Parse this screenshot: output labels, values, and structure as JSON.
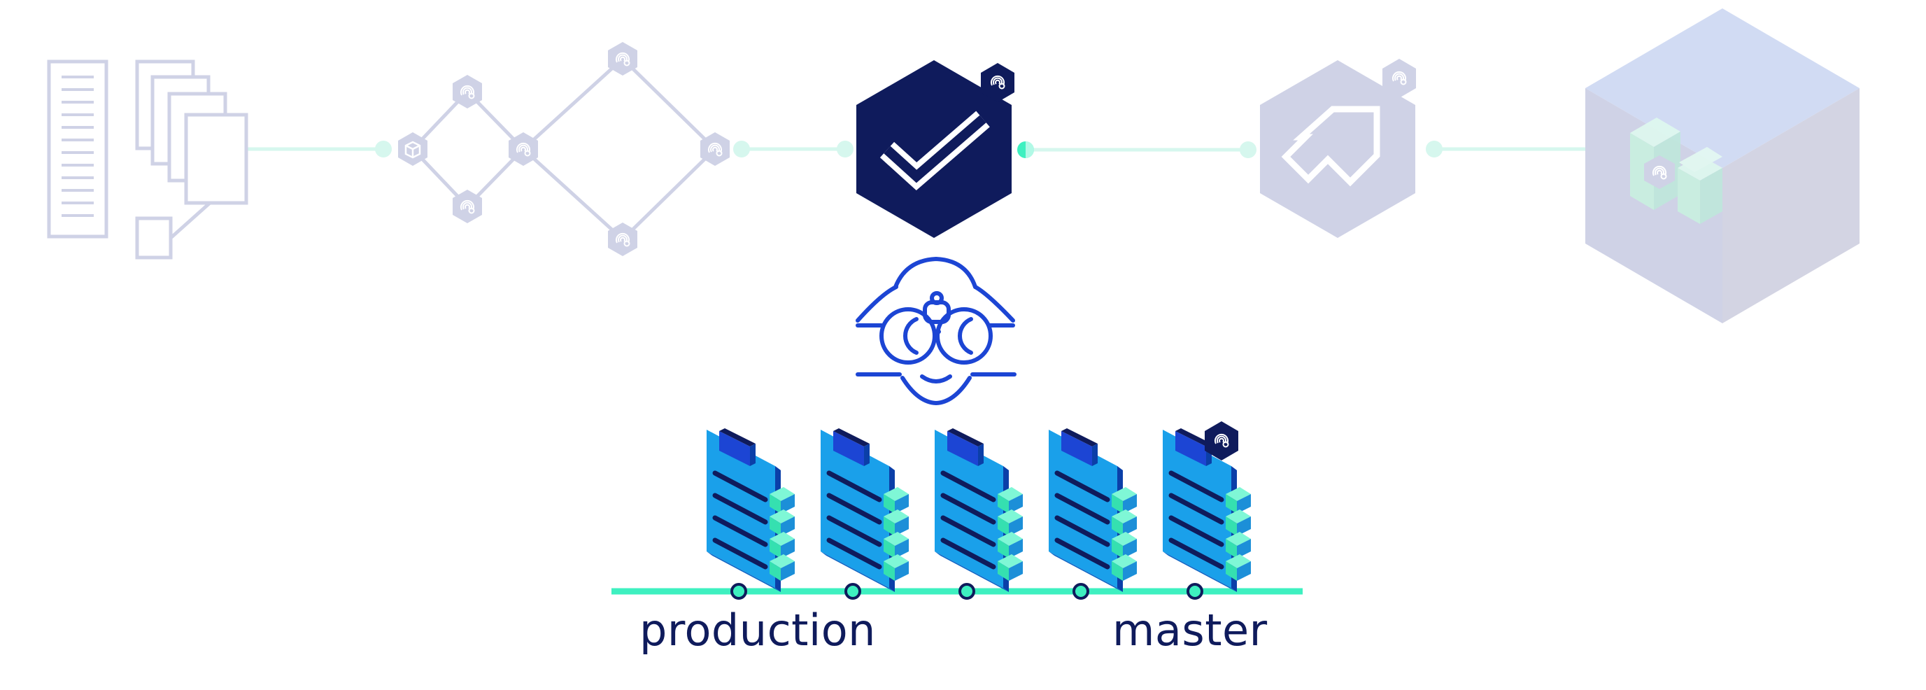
{
  "pipeline": {
    "stages": [
      {
        "id": "source-docs",
        "icon": "documents-icon",
        "state": "inactive"
      },
      {
        "id": "build-graph",
        "icon": "dependency-graph-icon",
        "state": "inactive"
      },
      {
        "id": "verify",
        "icon": "checkmark-hexagon-icon",
        "state": "active"
      },
      {
        "id": "publish",
        "icon": "upload-arrow-hexagon-icon",
        "state": "inactive"
      },
      {
        "id": "artifact",
        "icon": "package-cube-icon",
        "state": "inactive"
      }
    ]
  },
  "observer": {
    "icon": "binoculars-person-icon"
  },
  "timeline": {
    "commit_count": 5,
    "labels": {
      "production": "production",
      "master": "master"
    }
  },
  "colors": {
    "navy": "#0f1b5c",
    "blue": "#1c45d4",
    "teal": "#3ef0c0",
    "faded": "#cfd2e6",
    "faded_line": "#d6f7ee",
    "doc_light": "#1aa0ea",
    "doc_dark": "#0e63c4"
  }
}
